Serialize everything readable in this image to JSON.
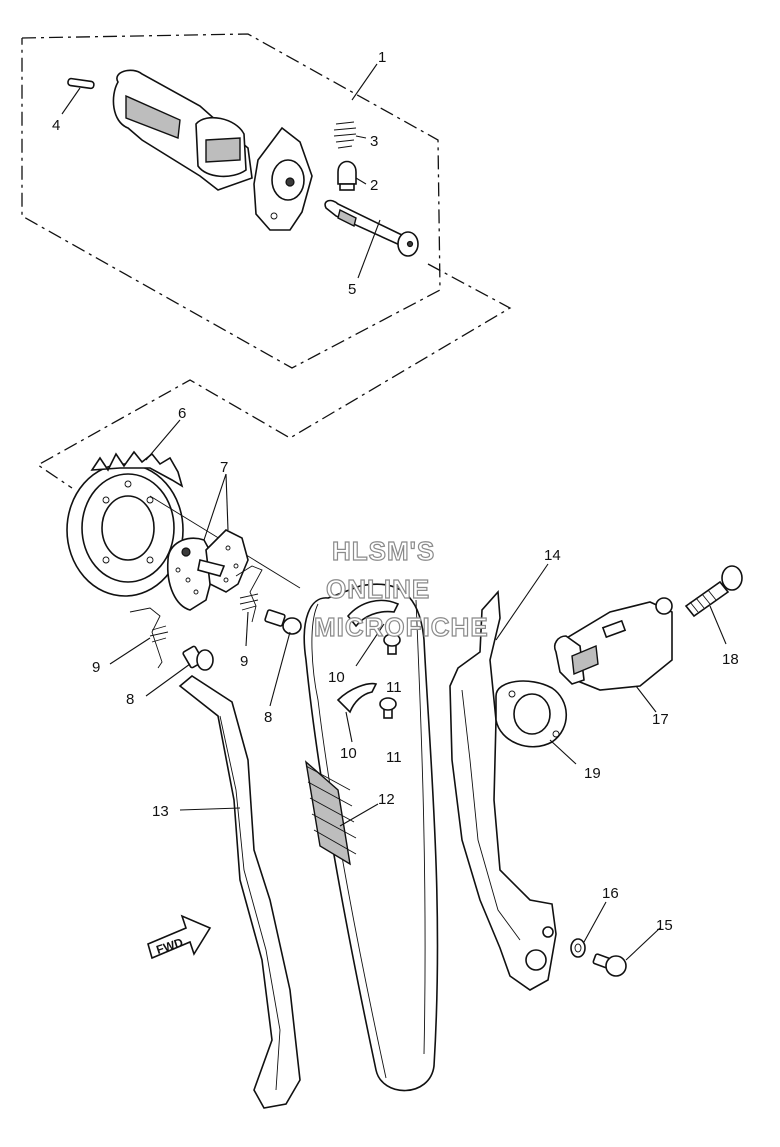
{
  "diagram": {
    "watermark": {
      "line1": "HLSM'S",
      "line2": "ONLINE",
      "line3": "MICROFICHE"
    },
    "direction_arrow": "FWD",
    "callouts": [
      {
        "id": "c1",
        "label": "1"
      },
      {
        "id": "c2",
        "label": "2"
      },
      {
        "id": "c3",
        "label": "3"
      },
      {
        "id": "c4",
        "label": "4"
      },
      {
        "id": "c5",
        "label": "5"
      },
      {
        "id": "c6",
        "label": "6"
      },
      {
        "id": "c7",
        "label": "7"
      },
      {
        "id": "c8a",
        "label": "8"
      },
      {
        "id": "c8b",
        "label": "8"
      },
      {
        "id": "c9a",
        "label": "9"
      },
      {
        "id": "c9b",
        "label": "9"
      },
      {
        "id": "c10a",
        "label": "10"
      },
      {
        "id": "c10b",
        "label": "10"
      },
      {
        "id": "c11a",
        "label": "11"
      },
      {
        "id": "c11b",
        "label": "11"
      },
      {
        "id": "c12",
        "label": "12"
      },
      {
        "id": "c13",
        "label": "13"
      },
      {
        "id": "c14",
        "label": "14"
      },
      {
        "id": "c15",
        "label": "15"
      },
      {
        "id": "c16",
        "label": "16"
      },
      {
        "id": "c17",
        "label": "17"
      },
      {
        "id": "c18",
        "label": "18"
      },
      {
        "id": "c19",
        "label": "19"
      }
    ]
  }
}
